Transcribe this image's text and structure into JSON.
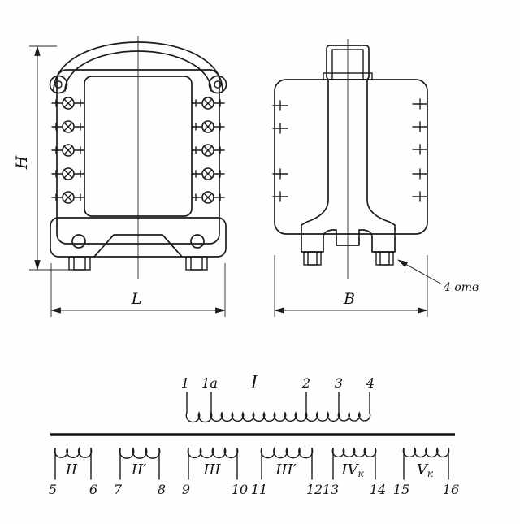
{
  "drawing": {
    "front": {
      "dim_height": "H",
      "dim_width": "L"
    },
    "side": {
      "dim_width": "B",
      "holes_note": "4 отв"
    },
    "schematic": {
      "primary": {
        "label": "I",
        "terminals": [
          "1",
          "1а",
          "2",
          "3",
          "4"
        ]
      },
      "secondaries": [
        {
          "label": "II",
          "sub": "",
          "t_left": "5",
          "t_right": "6"
        },
        {
          "label": "II′",
          "sub": "",
          "t_left": "7",
          "t_right": "8"
        },
        {
          "label": "III",
          "sub": "",
          "t_left": "9",
          "t_right": "10"
        },
        {
          "label": "III′",
          "sub": "",
          "t_left": "11",
          "t_right": "12"
        },
        {
          "label": "IV",
          "sub": "к",
          "t_left": "13",
          "t_right": "14"
        },
        {
          "label": "V",
          "sub": "к",
          "t_left": "15",
          "t_right": "16"
        }
      ]
    }
  }
}
